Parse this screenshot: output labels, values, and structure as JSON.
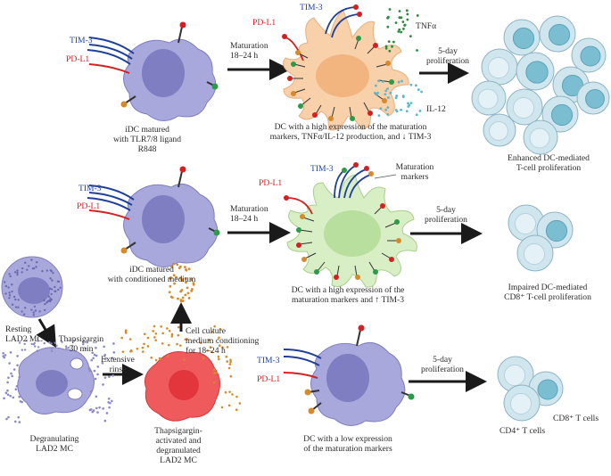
{
  "row1": {
    "idc_label": [
      "iDC matured",
      "with TLR7/8 ligand",
      "R848"
    ],
    "arrow1": [
      "Maturation",
      "18–24 h"
    ],
    "dc_label": [
      "DC with a high expression of the maturation",
      "markers, TNFα/IL-12 production, and ↓ TIM-3"
    ],
    "tnfa": "TNFα",
    "il12": "IL-12",
    "arrow2": [
      "5-day",
      "proliferation"
    ],
    "result": [
      "Enhanced DC-mediated",
      "T-cell proliferation"
    ]
  },
  "row2": {
    "idc_label": [
      "iDC matured",
      "with conditioned medium"
    ],
    "arrow1": [
      "Maturation",
      "18–24 h"
    ],
    "maturation_markers": [
      "Maturation",
      "markers"
    ],
    "dc_label": [
      "DC with a high expression of the",
      "maturation markers and ↑ TIM-3"
    ],
    "arrow2": [
      "5-day",
      "proliferation"
    ],
    "result": [
      "Impaired DC-mediated",
      "CD8⁺ T-cell proliferation"
    ]
  },
  "row3": {
    "resting": [
      "Resting",
      "LAD2 MC"
    ],
    "thapsigargin": [
      "Thapsigargin",
      "30 min"
    ],
    "degranulating": [
      "Degranulating",
      "LAD2 MC"
    ],
    "rinse": [
      "Extensive",
      "rinse"
    ],
    "activated": [
      "Thapsigargin-",
      "activated and",
      "degranulated",
      "LAD2 MC"
    ],
    "conditioning": [
      "Cell culture",
      "medium conditioning",
      "for 18–24 h"
    ],
    "dc_label": [
      "DC with a low expression",
      "of the maturation markers"
    ],
    "arrow2": [
      "5-day",
      "proliferation"
    ],
    "cd8": "CD8⁺ T cells",
    "cd4": "CD4⁺ T cells"
  },
  "markers": {
    "tim3": "TIM-3",
    "pdl1": "PD-L1"
  },
  "colors": {
    "idc_body": "#a9a8dc",
    "idc_nucleus": "#7f7ec2",
    "mature1_body": "#f8d0aa",
    "mature1_nucleus": "#f3b57f",
    "mature2_body": "#d8efc6",
    "mature2_nucleus": "#b8df9d",
    "tcell_light": "#cfe6ef",
    "tcell_dark": "#7cbed1",
    "mc_body": "#ef5a5d",
    "tim3": "#1f3f9a",
    "pdl1": "#d42020",
    "granule": "#d68a2a"
  }
}
